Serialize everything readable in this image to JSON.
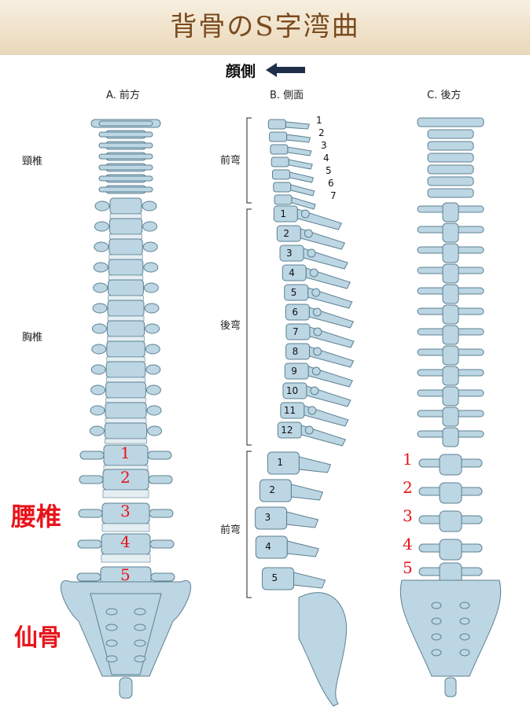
{
  "title": "背骨のS字湾曲",
  "face_label": "顔側",
  "views": {
    "a": "A. 前方",
    "b": "B. 側面",
    "c": "C. 後方"
  },
  "regions": {
    "cervical": "頸椎",
    "thoracic": "胸椎",
    "lumbar": "腰椎",
    "sacrum": "仙骨"
  },
  "curves": {
    "front_upper": "前弯",
    "back": "後弯",
    "front_lower": "前弯"
  },
  "cervical_numbers": [
    "1",
    "2",
    "3",
    "4",
    "5",
    "6",
    "7"
  ],
  "thoracic_numbers": [
    "1",
    "2",
    "3",
    "4",
    "5",
    "6",
    "7",
    "8",
    "9",
    "10",
    "11",
    "12"
  ],
  "lumbar_numbers": [
    "1",
    "2",
    "3",
    "4",
    "5"
  ],
  "colors": {
    "bone": "#bcd6e3",
    "bone_stroke": "#5d8092",
    "disc": "#e4eef3",
    "red": "#e8141b",
    "title": "#7a4a1e"
  }
}
